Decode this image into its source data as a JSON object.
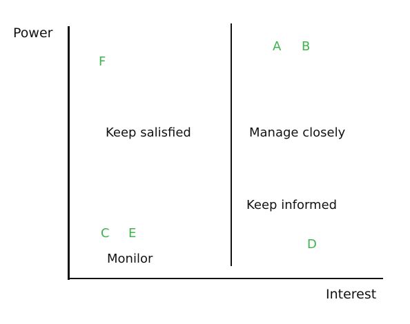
{
  "axes": {
    "y_label": "Power",
    "x_label": "Interest"
  },
  "quadrants": {
    "top_left": "Keep salisfied",
    "top_right": "Manage closely",
    "bottom_right": "Keep informed",
    "bottom_left": "Monilor"
  },
  "stakeholders": {
    "a": "A",
    "b": "B",
    "c": "C",
    "d": "D",
    "e": "E",
    "f": "F"
  },
  "colors": {
    "stakeholder_text": "#3cb44b",
    "axis_line": "#111111",
    "background": "#ffffff"
  }
}
